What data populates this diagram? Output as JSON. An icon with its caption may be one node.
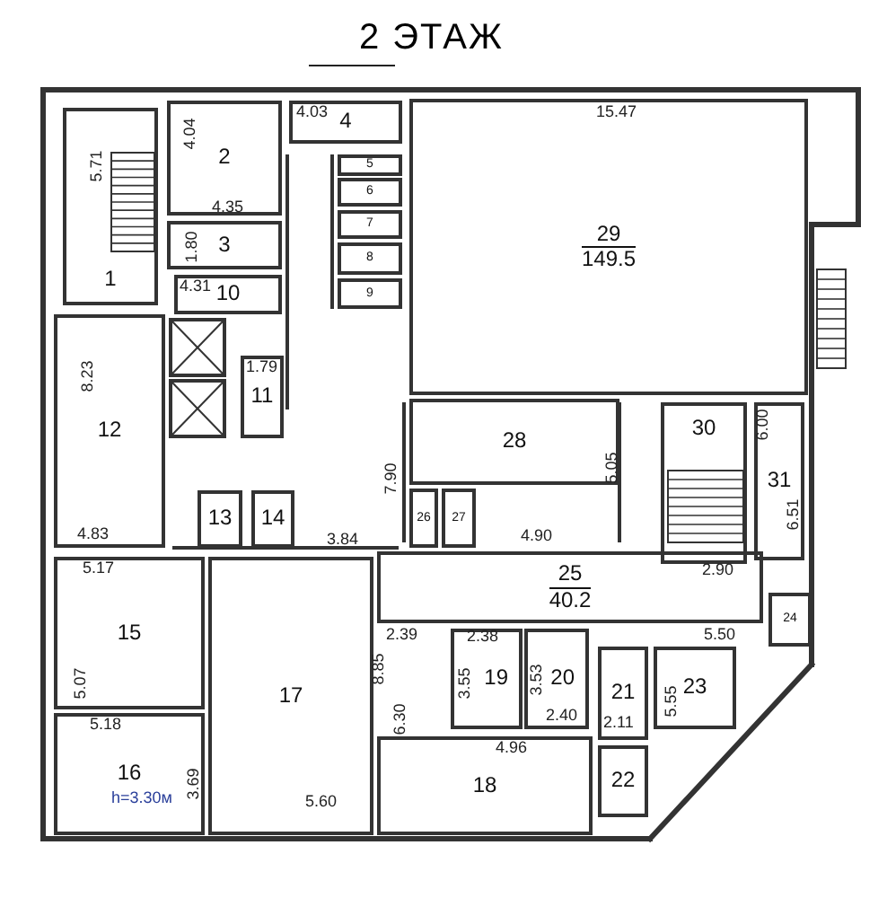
{
  "diagram": {
    "title": "2 ЭТАЖ",
    "nodes": [
      {
        "text": [
          "1"
        ]
      },
      {
        "text": [
          "2"
        ]
      },
      {
        "text": [
          "3"
        ]
      },
      {
        "text": [
          "4"
        ]
      },
      {
        "text": [
          "5"
        ]
      },
      {
        "text": [
          "6"
        ]
      },
      {
        "text": [
          "7"
        ]
      },
      {
        "text": [
          "8"
        ]
      },
      {
        "text": [
          "9"
        ]
      },
      {
        "text": [
          "10"
        ]
      },
      {
        "text": [
          "11"
        ]
      },
      {
        "text": [
          "12"
        ]
      },
      {
        "text": [
          "13"
        ]
      },
      {
        "text": [
          "14"
        ]
      },
      {
        "text": [
          "15"
        ]
      },
      {
        "text": [
          "16"
        ]
      },
      {
        "text": [
          "17"
        ]
      },
      {
        "text": [
          "18"
        ]
      },
      {
        "text": [
          "19"
        ]
      },
      {
        "text": [
          "20"
        ]
      },
      {
        "text": [
          "21"
        ]
      },
      {
        "text": [
          "22"
        ]
      },
      {
        "text": [
          "23"
        ]
      },
      {
        "text": [
          "24"
        ]
      },
      {
        "text": [
          "25",
          "40.2"
        ]
      },
      {
        "text": [
          "26"
        ]
      },
      {
        "text": [
          "27"
        ]
      },
      {
        "text": [
          "28"
        ]
      },
      {
        "text": [
          "29",
          "149.5"
        ]
      },
      {
        "text": [
          "30"
        ]
      },
      {
        "text": [
          "31"
        ]
      }
    ],
    "labels": [
      "5.71",
      "4.04",
      "4.03",
      "15.47",
      "4.35",
      "1.80",
      "4.31",
      "1.79",
      "8.23",
      "6.00",
      "7.90",
      "5.05",
      "6.51",
      "4.83",
      "3.84",
      "4.90",
      "5.17",
      "2.90",
      "2.39",
      "2.38",
      "5.50",
      "8.85",
      "3.55",
      "3.53",
      "5.55",
      "5.07",
      "6.30",
      "5.18",
      "2.40",
      "2.11",
      "4.96",
      "3.69",
      "h=3.30м",
      "5.60"
    ]
  }
}
